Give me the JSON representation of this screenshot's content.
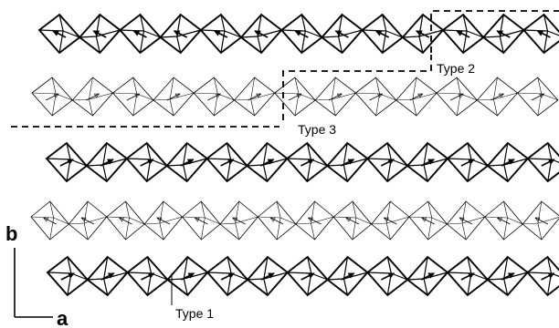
{
  "labels": {
    "type1": "Type 1",
    "type2": "Type 2",
    "type3": "Type 3",
    "axis_b": "b",
    "axis_a": "a"
  },
  "chains": [
    {
      "style": "bold",
      "units": 13,
      "arrow_dir": "left"
    },
    {
      "style": "light",
      "units": 13,
      "arrow_dir": "right"
    },
    {
      "style": "bold",
      "units": 13,
      "arrow_dir": "right"
    },
    {
      "style": "light",
      "units": 14,
      "arrow_dir": "left"
    },
    {
      "style": "bold",
      "units": 13,
      "arrow_dir": "right"
    }
  ],
  "colors": {
    "ink": "#000000",
    "background": "#ffffff"
  }
}
